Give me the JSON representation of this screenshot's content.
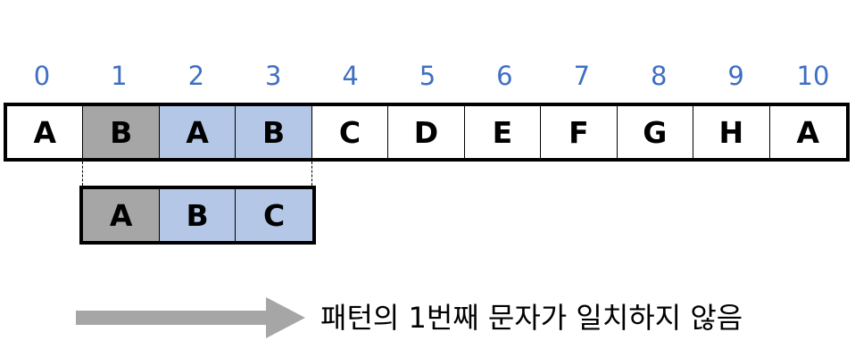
{
  "colors": {
    "index_text": "#3f6fc3",
    "mismatch_fill": "#a6a6a6",
    "match_fill": "#b4c7e7",
    "default_fill": "#ffffff",
    "border": "#000000",
    "arrow": "#a6a6a6"
  },
  "indices": [
    "0",
    "1",
    "2",
    "3",
    "4",
    "5",
    "6",
    "7",
    "8",
    "9",
    "10"
  ],
  "text_row": {
    "cells": [
      {
        "char": "A",
        "state": "default"
      },
      {
        "char": "B",
        "state": "mismatch"
      },
      {
        "char": "A",
        "state": "match"
      },
      {
        "char": "B",
        "state": "match"
      },
      {
        "char": "C",
        "state": "default"
      },
      {
        "char": "D",
        "state": "default"
      },
      {
        "char": "E",
        "state": "default"
      },
      {
        "char": "F",
        "state": "default"
      },
      {
        "char": "G",
        "state": "default"
      },
      {
        "char": "H",
        "state": "default"
      },
      {
        "char": "A",
        "state": "default"
      }
    ]
  },
  "pattern_row": {
    "aligned_start_index": 1,
    "cells": [
      {
        "char": "A",
        "state": "mismatch"
      },
      {
        "char": "B",
        "state": "match"
      },
      {
        "char": "C",
        "state": "match"
      }
    ]
  },
  "caption": "패턴의 1번째 문자가 일치하지 않음"
}
